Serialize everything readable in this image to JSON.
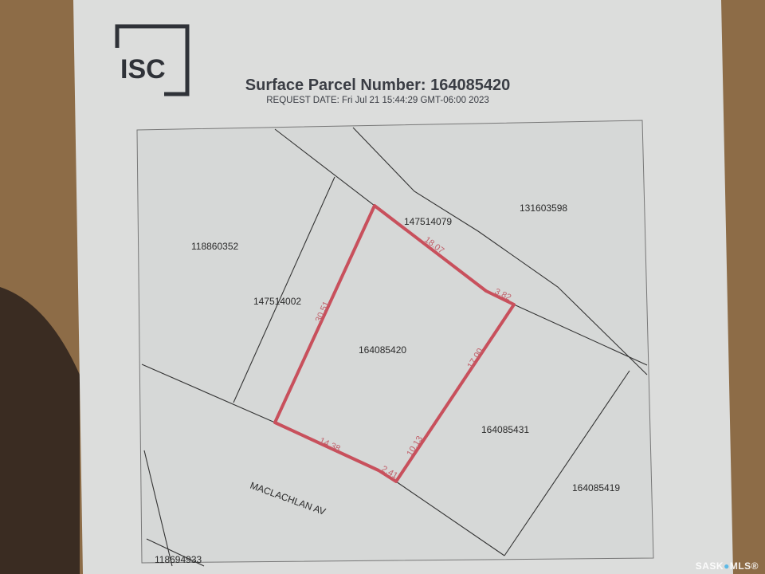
{
  "logo": {
    "text": "ISC"
  },
  "header": {
    "title": "Surface Parcel Number: 164085420",
    "request_date": "REQUEST DATE: Fri Jul 21 15:44:29 GMT-06:00 2023"
  },
  "map": {
    "subject_parcel": "164085420",
    "parcels": [
      "147514079",
      "131603598",
      "118860352",
      "147514002",
      "164085431",
      "164085419",
      "118694933"
    ],
    "street": "MACLACHLAN AV",
    "dimensions": [
      "18.07",
      "3.82",
      "17.00",
      "10.13",
      "2.41",
      "14.38",
      "30.51"
    ],
    "boundary_color": "#c8505c"
  },
  "watermark": {
    "left": "SASK",
    "right": "MLS®"
  }
}
